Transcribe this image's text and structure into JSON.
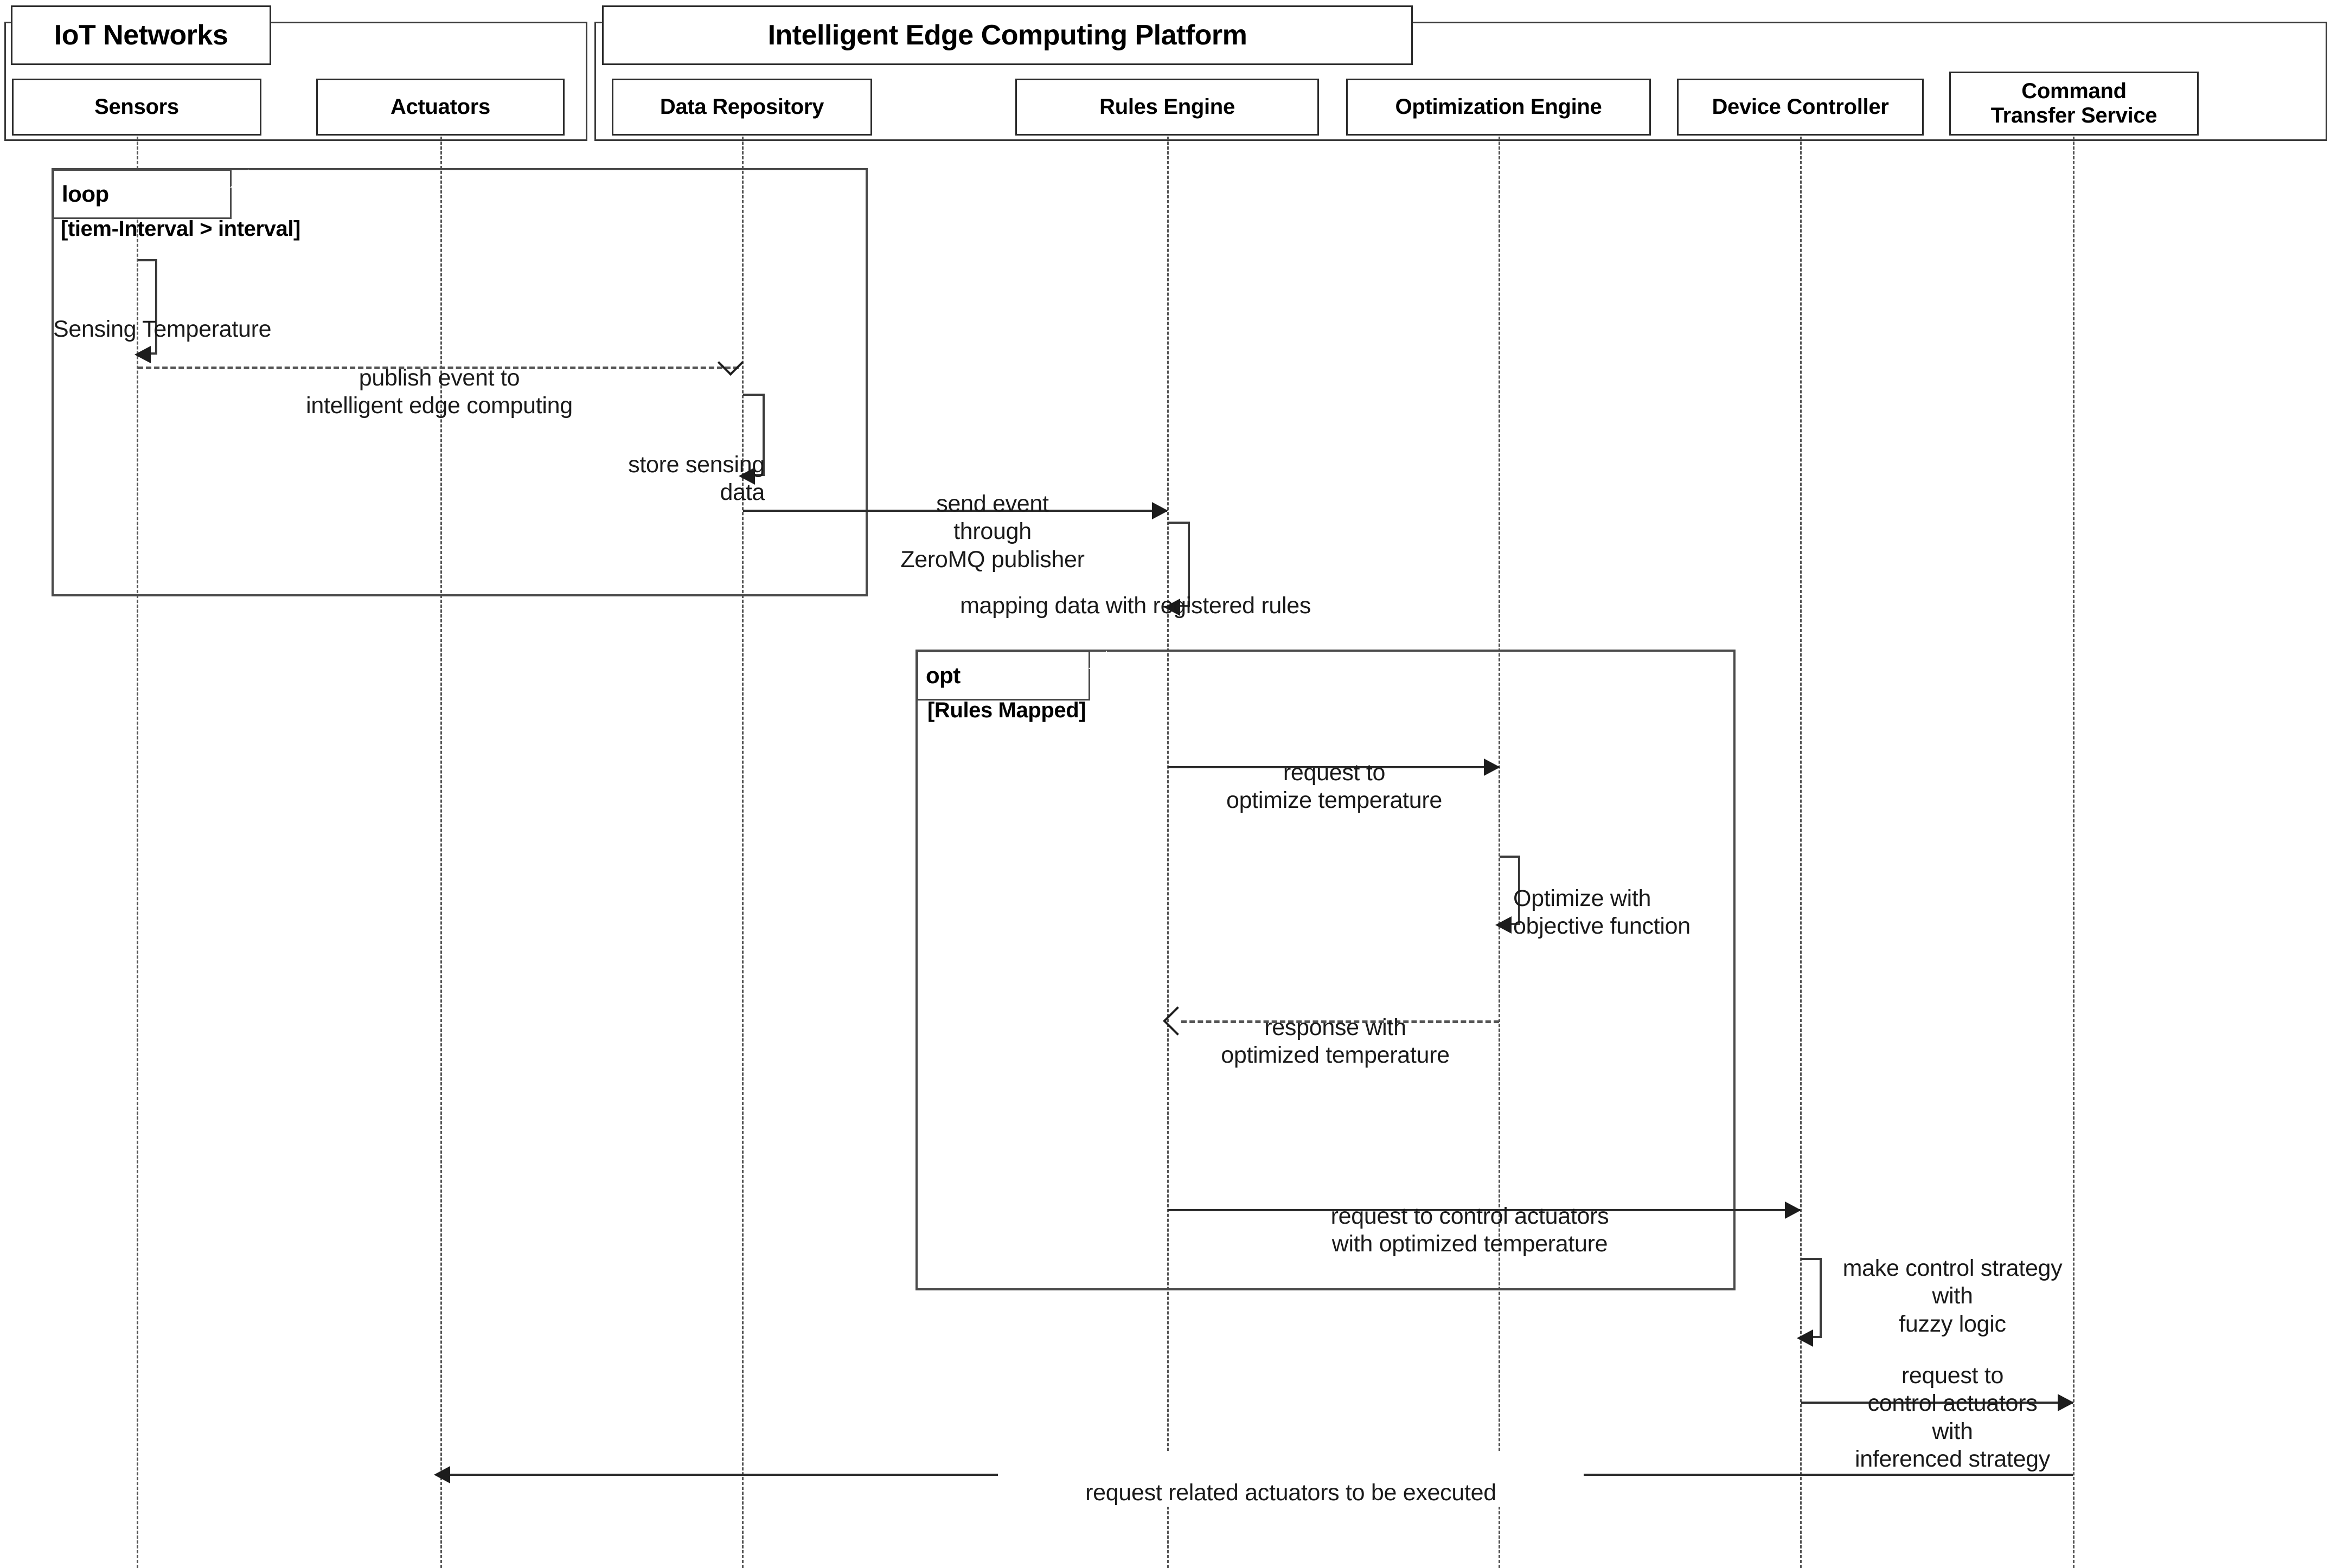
{
  "diagram": {
    "type": "uml-sequence-diagram",
    "groups": [
      {
        "id": "iot-networks",
        "title": "IoT Networks"
      },
      {
        "id": "edge-platform",
        "title": "Intelligent Edge Computing Platform"
      }
    ],
    "participants": [
      {
        "id": "sensors",
        "label": "Sensors",
        "group": "iot-networks"
      },
      {
        "id": "actuators",
        "label": "Actuators",
        "group": "iot-networks"
      },
      {
        "id": "data-repository",
        "label": "Data Repository",
        "group": "edge-platform"
      },
      {
        "id": "rules-engine",
        "label": "Rules Engine",
        "group": "edge-platform"
      },
      {
        "id": "optimization-engine",
        "label": "Optimization Engine",
        "group": "edge-platform"
      },
      {
        "id": "device-controller",
        "label": "Device Controller",
        "group": "edge-platform"
      },
      {
        "id": "command-transfer",
        "label": "Command\nTransfer Service",
        "group": "edge-platform"
      }
    ],
    "fragments": [
      {
        "id": "loop-fragment",
        "operator": "loop",
        "guard": "[tiem-Interval > interval]"
      },
      {
        "id": "opt-fragment",
        "operator": "opt",
        "guard": "[Rules Mapped]"
      }
    ],
    "messages": [
      {
        "id": "m1",
        "text": "Sensing Temperature",
        "from": "sensors",
        "to": "sensors",
        "kind": "self",
        "style": "solid"
      },
      {
        "id": "m2",
        "text": "publish event to\nintelligent edge computing",
        "from": "sensors",
        "to": "data-repository",
        "kind": "async",
        "style": "dashed"
      },
      {
        "id": "m3",
        "text": "store sensing data",
        "from": "data-repository",
        "to": "data-repository",
        "kind": "self",
        "style": "solid"
      },
      {
        "id": "m4",
        "text": "send event\nthrough\nZeroMQ publisher",
        "from": "data-repository",
        "to": "rules-engine",
        "kind": "sync",
        "style": "solid"
      },
      {
        "id": "m5",
        "text": "mapping data with registered rules",
        "from": "rules-engine",
        "to": "rules-engine",
        "kind": "self",
        "style": "solid"
      },
      {
        "id": "m6",
        "text": "request to\noptimize temperature",
        "from": "rules-engine",
        "to": "optimization-engine",
        "kind": "sync",
        "style": "solid"
      },
      {
        "id": "m7",
        "text": "Optimize with\nobjective function",
        "from": "optimization-engine",
        "to": "optimization-engine",
        "kind": "self",
        "style": "solid"
      },
      {
        "id": "m8",
        "text": "response with\noptimized temperature",
        "from": "optimization-engine",
        "to": "rules-engine",
        "kind": "return",
        "style": "dashed"
      },
      {
        "id": "m9",
        "text": "request to control actuators\nwith optimized temperature",
        "from": "rules-engine",
        "to": "device-controller",
        "kind": "sync",
        "style": "solid"
      },
      {
        "id": "m10",
        "text": "make control strategy\nwith\nfuzzy logic",
        "from": "device-controller",
        "to": "device-controller",
        "kind": "self",
        "style": "solid"
      },
      {
        "id": "m11",
        "text": "request to\ncontrol actuators\nwith\ninferenced strategy",
        "from": "device-controller",
        "to": "command-transfer",
        "kind": "sync",
        "style": "solid"
      },
      {
        "id": "m12",
        "text": "request related actuators to be executed",
        "from": "command-transfer",
        "to": "actuators",
        "kind": "sync",
        "style": "solid"
      }
    ],
    "colors": {
      "line": "#2b2b2b",
      "lifeline": "#555555",
      "frame": "#3a3a3a",
      "background": "#ffffff",
      "text": "#1a1a1a"
    }
  }
}
